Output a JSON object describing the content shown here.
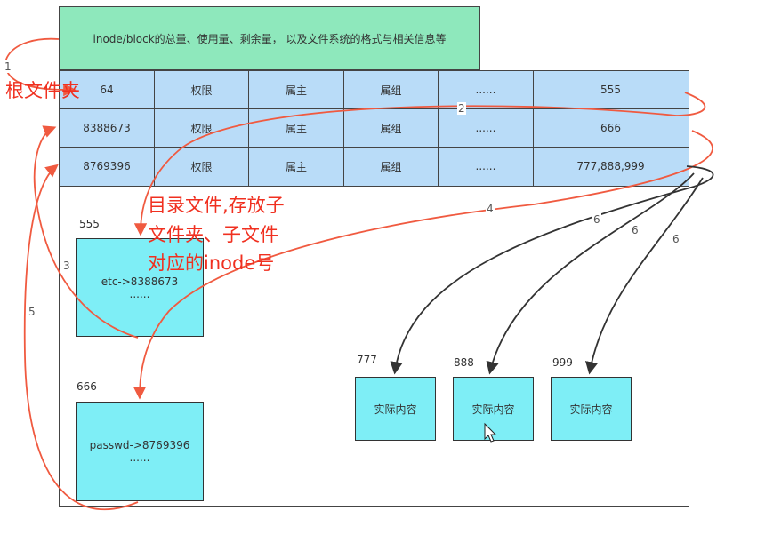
{
  "superblock": {
    "text": "inode/block的总量、使用量、剩余量， 以及文件系统的格式与相关信息等"
  },
  "inode_rows": [
    {
      "cells": [
        "64",
        "权限",
        "属主",
        "属组",
        "......",
        "555"
      ]
    },
    {
      "cells": [
        "8388673",
        "权限",
        "属主",
        "属组",
        "......",
        "666"
      ]
    },
    {
      "cells": [
        "8769396",
        "权限",
        "属主",
        "属组",
        "......",
        "777,888,999"
      ]
    }
  ],
  "dir_blocks": [
    {
      "label": "555",
      "line1": "etc->8388673",
      "line2": "......"
    },
    {
      "label": "666",
      "line1": "passwd->8769396",
      "line2": "......"
    }
  ],
  "data_blocks": [
    {
      "label": "777",
      "text": "实际内容"
    },
    {
      "label": "888",
      "text": "实际内容"
    },
    {
      "label": "999",
      "text": "实际内容"
    }
  ],
  "annotations": {
    "root_folder": "根文件夹",
    "dir_file_line1": "目录文件,存放子",
    "dir_file_line2": "文件夹、子文件",
    "dir_file_line3": "对应的inode号"
  },
  "step_numbers": {
    "s1": "1",
    "s2": "2",
    "s3": "3",
    "s4": "4",
    "s5": "5",
    "s6a": "6",
    "s6b": "6",
    "s6c": "6"
  },
  "colors": {
    "superblock": "#8ee8bc",
    "inode_table": "#b9dcf8",
    "blocks": "#7eeef6",
    "red_arrow": "#f05a40",
    "dark_arrow": "#333333"
  }
}
